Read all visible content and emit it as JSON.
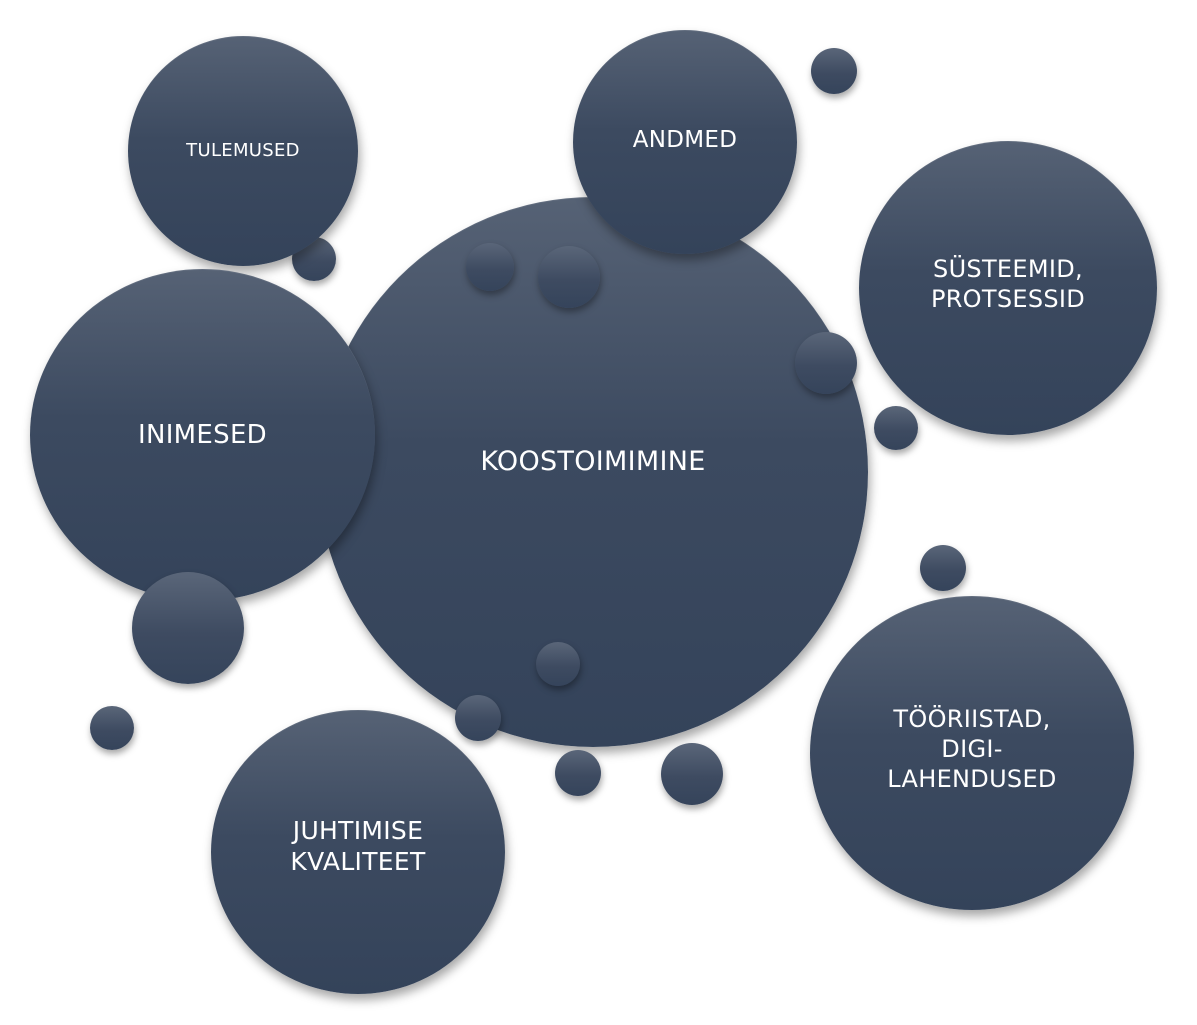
{
  "diagram": {
    "center": "KOOSTOIMIMINE",
    "inimesed": "INIMESED",
    "tulemused": "TULEMUSED",
    "andmed": "ANDMED",
    "systeemid": "SÜSTEEMID,\nPROTSESSID",
    "tooriistad": "TÖÖRIISTAD,\nDIGI-\nLAHENDUSED",
    "juhtimine": "JUHTIMISE\nKVALITEET"
  },
  "colors": {
    "bubble_top": "#566275",
    "bubble_bottom": "#34435a",
    "text": "#ffffff",
    "background": "#ffffff"
  }
}
